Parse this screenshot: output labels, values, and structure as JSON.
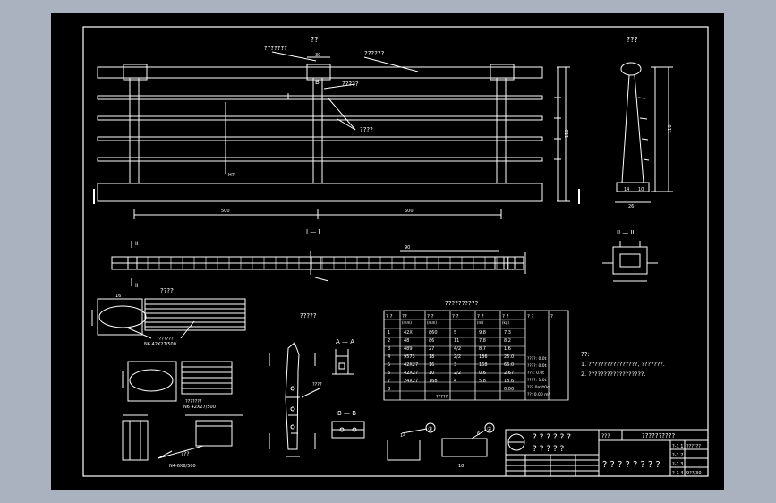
{
  "front_view": {
    "title": "??",
    "labels": {
      "top_left": "???????",
      "rail": "??????",
      "post": "?????",
      "bars": "????",
      "section_a": "B",
      "h": "H7"
    },
    "dims": {
      "span_left": "500",
      "span_right": "500",
      "d30": "30",
      "total_height": "110"
    }
  },
  "side_view": {
    "title": "???",
    "height": "110",
    "base": "26",
    "d14": "14",
    "d10": "10"
  },
  "plan_view": {
    "title": "I — I",
    "marker": "II",
    "dim": "90"
  },
  "section_2": {
    "title": "II — II"
  },
  "rail_detail": {
    "title": "????",
    "note1": "???????",
    "note2": "N6 42X27/500",
    "dim": "16"
  },
  "post_detail": {
    "title": "????",
    "note": "???????",
    "note2": "N6 42X27/500"
  },
  "post_side": {
    "title": "?????",
    "note": "????"
  },
  "section_aa": {
    "title": "A — A"
  },
  "section_bb": {
    "title": "B — B"
  },
  "base_detail": {
    "title": "???",
    "note": "N4-6X8/500"
  },
  "qty_table": {
    "title": "??????????",
    "headers": [
      "? ?",
      "??",
      "? ?",
      "? ?",
      "? ?",
      "? ?",
      "? ?",
      "?"
    ],
    "units": [
      "",
      "(mm)",
      "(mm)",
      "",
      "(m)",
      "(kg)",
      "",
      ""
    ],
    "rows": [
      [
        "1",
        "42X",
        "860",
        "5",
        "9.8",
        "7.3"
      ],
      [
        "2",
        "48",
        "86",
        "11",
        "7.8",
        "8.2"
      ],
      [
        "3",
        "489",
        "27",
        "4/2",
        "8.7",
        "1.6"
      ],
      [
        "4",
        "9573",
        "18",
        "2/2",
        "186",
        "25.0"
      ],
      [
        "5",
        "42X27",
        "16",
        "3",
        "168",
        "66.0"
      ],
      [
        "6",
        "42X27",
        "10",
        "2/2",
        "0.6",
        "2.67"
      ],
      [
        "7",
        "24X27",
        "168",
        "4",
        "5.8",
        "18.6"
      ],
      [
        "8",
        "",
        "",
        "",
        "",
        "0.00"
      ]
    ],
    "footer": "?????",
    "side_notes": [
      "????: 0.0t",
      "????: 0.0t",
      "???: 0.0t",
      "????: 1.0t",
      "??? 0m/t0m",
      "??: 0.00 m³"
    ]
  },
  "notes": {
    "title": "??:",
    "items": [
      "1. ????????????????, ???????.",
      "2. ??????????????????."
    ]
  },
  "small_details": {
    "c1": "①",
    "c2": "②",
    "d14": "14",
    "d18": "18",
    "d6": "6"
  },
  "title_block": {
    "title_big": "? ? ? ? ? ?",
    "title_big2": "? ? ? ? ?",
    "project": "??????????",
    "drawing_name": "? ? ? ? ? ? ? ?",
    "stage": "???",
    "codes": [
      "?-1 1",
      "?-1 2",
      "?-1 3",
      "?-1 4"
    ],
    "code_values": [
      "??????",
      "",
      "",
      "9??/30"
    ]
  }
}
